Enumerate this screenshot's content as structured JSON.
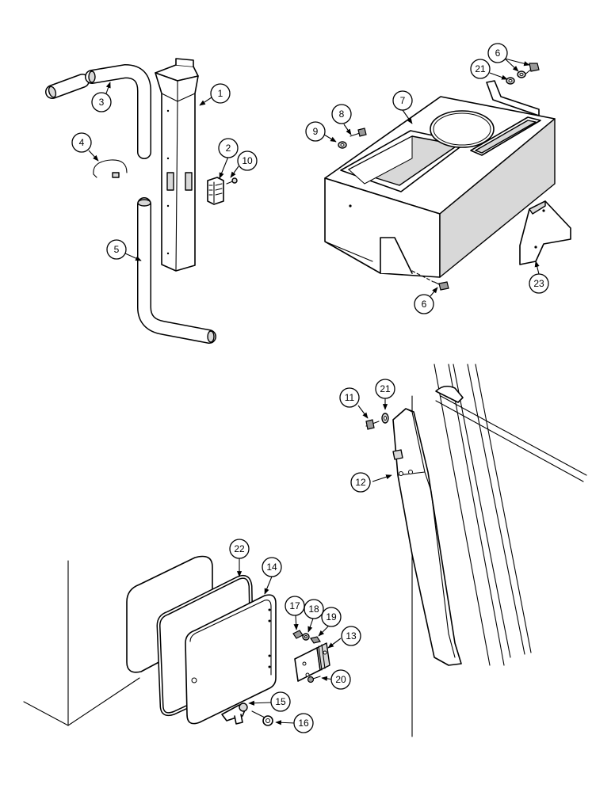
{
  "callouts": {
    "c1": "1",
    "c2": "2",
    "c3": "3",
    "c4": "4",
    "c5": "5",
    "c6a": "6",
    "c6b": "6",
    "c7": "7",
    "c8": "8",
    "c9": "9",
    "c10": "10",
    "c11": "11",
    "c12": "12",
    "c13": "13",
    "c14": "14",
    "c15": "15",
    "c16": "16",
    "c17": "17",
    "c18": "18",
    "c19": "19",
    "c20": "20",
    "c21a": "21",
    "c21b": "21",
    "c22": "22",
    "c23": "23"
  }
}
